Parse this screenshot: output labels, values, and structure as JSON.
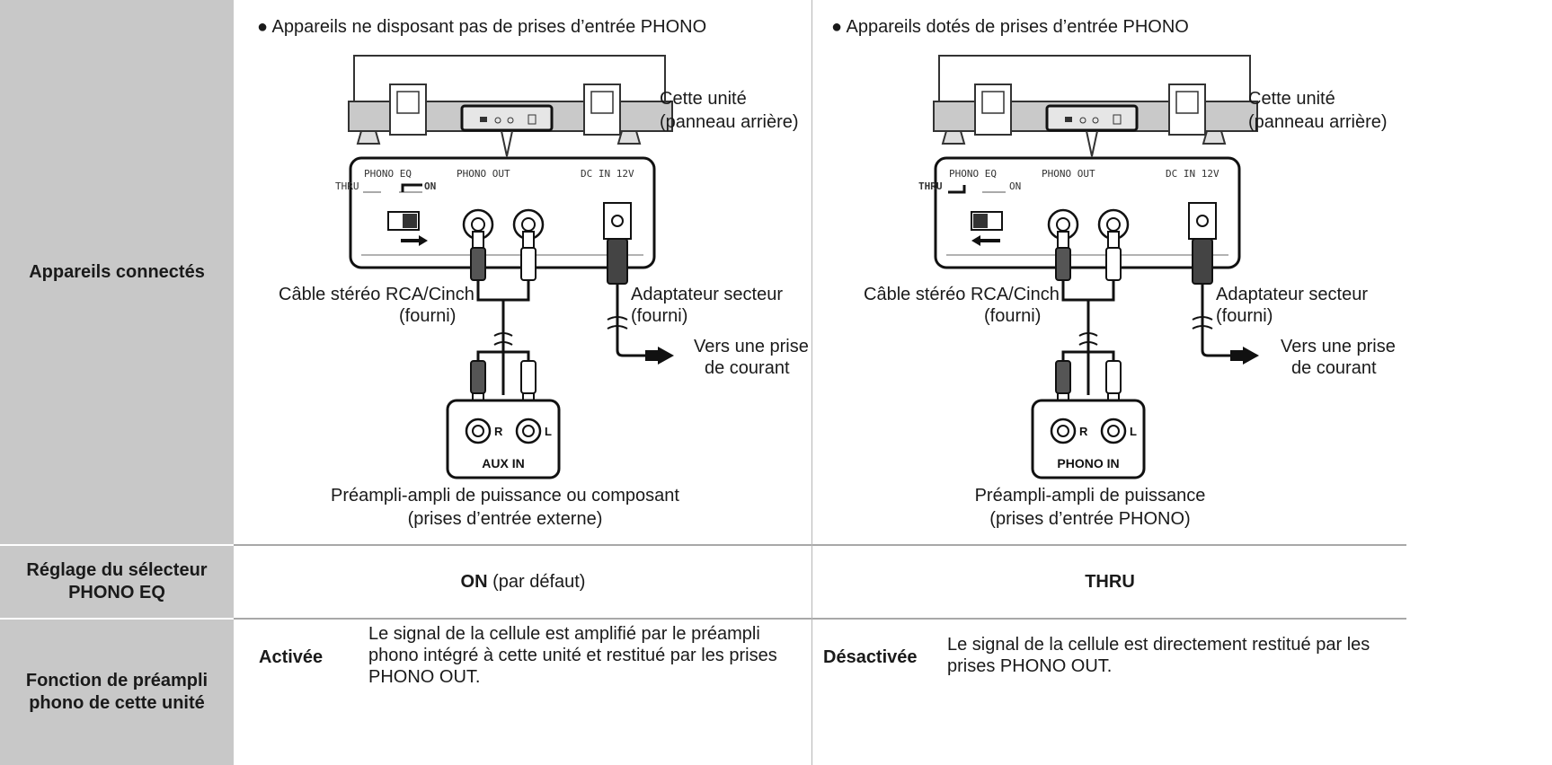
{
  "row_headers": {
    "connected": "Appareils connectés",
    "selector_line1": "Réglage du sélecteur",
    "selector_line2": "PHONO EQ",
    "function_line1": "Fonction de préampli",
    "function_line2": "phono de cette unité"
  },
  "left": {
    "bullet": "● Appareils ne disposant pas de prises d’entrée PHONO",
    "unit_line1": "Cette unité",
    "unit_line2": "(panneau arrière)",
    "cable_line1": "Câble stéréo RCA/Cinch",
    "cable_line2": "(fourni)",
    "adapter_line1": "Adaptateur secteur",
    "adapter_line2": "(fourni)",
    "outlet_line1": "Vers une prise",
    "outlet_line2": "de courant",
    "input_label": "AUX IN",
    "device_line1": "Préampli-ampli de puissance ou composant",
    "device_line2": "(prises d’entrée externe)",
    "selector_value": "ON",
    "selector_note": " (par défaut)",
    "status": "Activée",
    "desc_line1": "Le signal de la cellule est amplifié par le préampli",
    "desc_line2": "phono intégré à cette unité et restitué par les prises",
    "desc_line3": "PHONO OUT."
  },
  "right": {
    "bullet": "● Appareils dotés de prises d’entrée PHONO",
    "unit_line1": "Cette unité",
    "unit_line2": "(panneau arrière)",
    "cable_line1": "Câble stéréo RCA/Cinch",
    "cable_line2": "(fourni)",
    "adapter_line1": "Adaptateur secteur",
    "adapter_line2": "(fourni)",
    "outlet_line1": "Vers une prise",
    "outlet_line2": "de courant",
    "input_label": "PHONO IN",
    "device_line1": "Préampli-ampli de puissance",
    "device_line2": "(prises d’entrée PHONO)",
    "selector_value": "THRU",
    "status": "Désactivée",
    "desc_line1": "Le signal de la cellule est directement restitué par les",
    "desc_line2": "prises PHONO OUT."
  },
  "panel": {
    "phono_eq": "PHONO EQ",
    "thru": "THRU",
    "on": "ON",
    "phono_out": "PHONO OUT",
    "dc_in": "DC IN 12V",
    "r": "R",
    "l": "L"
  },
  "colors": {
    "header_bg": "#c8c8c8",
    "rule": "#a8a8a8",
    "deck_gray": "#c9c9c9",
    "text": "#1a1a1a"
  }
}
